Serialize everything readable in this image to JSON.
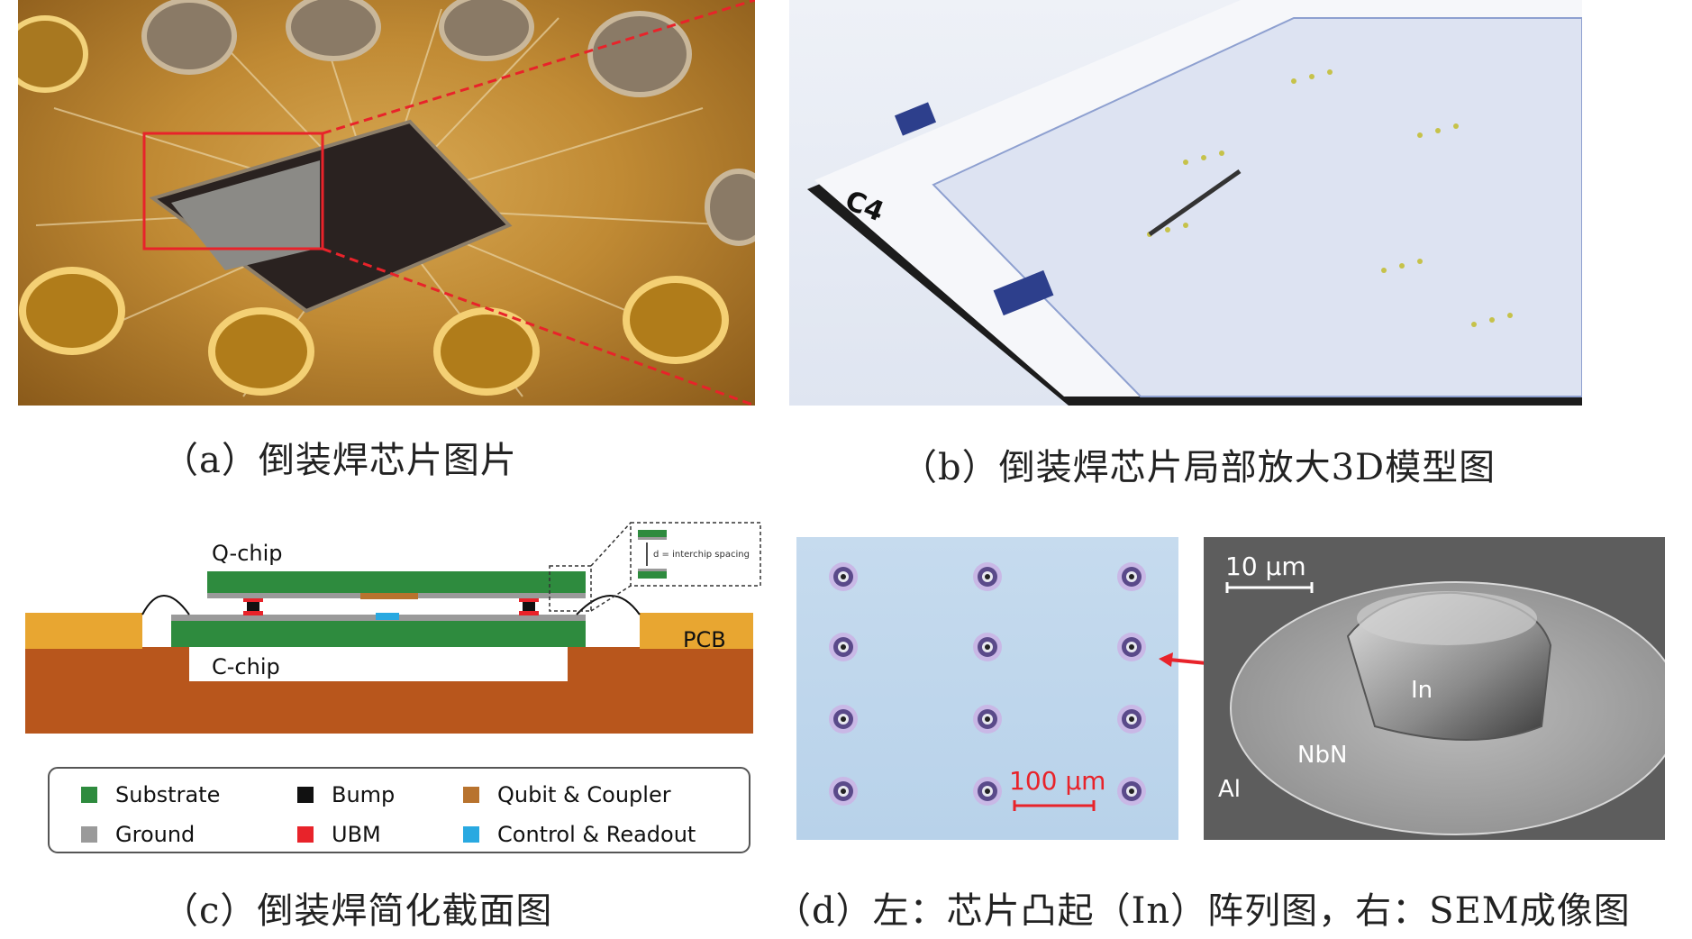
{
  "captions": {
    "a": "（a）倒装焊芯片图片",
    "b": "（b）倒装焊芯片局部放大3D模型图",
    "c": "（c）倒装焊简化截面图",
    "d": "（d）左：芯片凸起（In）阵列图，右：SEM成像图"
  },
  "panel_b": {
    "chip_label": "C4"
  },
  "panel_c": {
    "q_chip": "Q-chip",
    "c_chip": "C-chip",
    "pcb": "PCB",
    "inset_note": "d = interchip spacing",
    "legend": [
      {
        "label": "Substrate",
        "color": "#2e8b3e"
      },
      {
        "label": "Bump",
        "color": "#111111"
      },
      {
        "label": "Qubit & Coupler",
        "color": "#b8732e"
      },
      {
        "label": "Ground",
        "color": "#9a9a9a"
      },
      {
        "label": "UBM",
        "color": "#e8232a"
      },
      {
        "label": "Control & Readout",
        "color": "#29a9e1"
      }
    ]
  },
  "panel_d": {
    "scale_left": "100 μm",
    "scale_right": "10 μm",
    "label_in": "In",
    "label_nbn": "NbN",
    "label_al": "Al"
  },
  "colors": {
    "pcb": "#e8a631",
    "cchip_body": "#b8561c",
    "accent_red": "#e8232a"
  }
}
